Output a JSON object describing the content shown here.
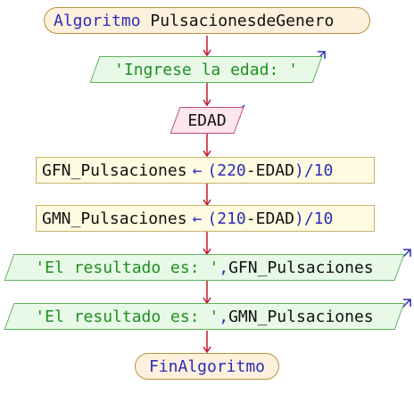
{
  "flowchart": {
    "start": {
      "keyword": "Algoritmo",
      "name": "PulsacionesdeGenero"
    },
    "output_1": {
      "text": "'Ingrese la edad: '"
    },
    "input_1": {
      "variable": "EDAD"
    },
    "assign_1": {
      "target": "GFN_Pulsaciones",
      "op": "←",
      "p_open": "(",
      "n1": "220",
      "minus": "-",
      "var": "EDAD",
      "p_close": ")",
      "div": "/",
      "n2": "10"
    },
    "assign_2": {
      "target": "GMN_Pulsaciones",
      "op": "←",
      "p_open": "(",
      "n1": "210",
      "minus": "-",
      "var": "EDAD",
      "p_close": ")",
      "div": "/",
      "n2": "10"
    },
    "output_2": {
      "string": "'El resultado es: '",
      "comma": ",",
      "variable": "GFN_Pulsaciones"
    },
    "output_3": {
      "string": "'El resultado es: '",
      "comma": ",",
      "variable": "GMN_Pulsaciones"
    },
    "end": {
      "keyword": "FinAlgoritmo"
    }
  },
  "colors": {
    "arrow": "#c0182a",
    "keyword": "#2b2bb8",
    "string": "#1f8f1f",
    "start_fill": "#fdf0dc",
    "output_fill": "#e8f9e8",
    "input_fill": "#fde6ee",
    "process_fill": "#fffbe0"
  }
}
